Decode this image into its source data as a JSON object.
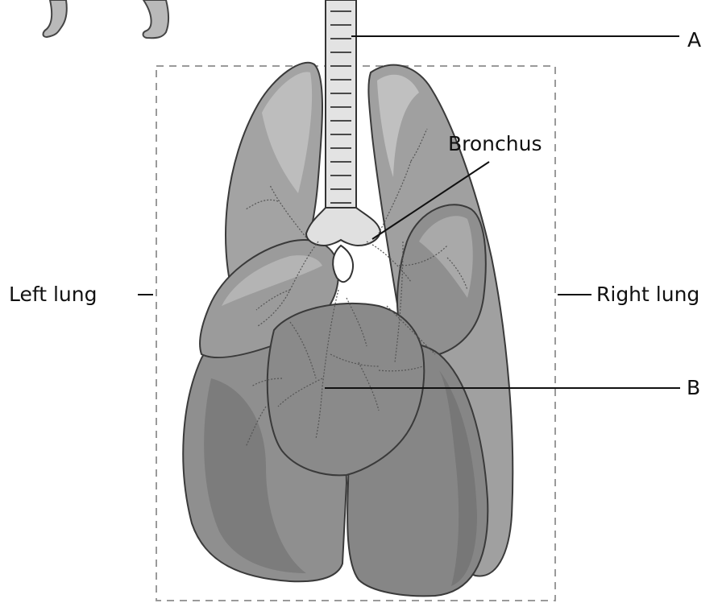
{
  "labels": {
    "a": "A",
    "bronchus": "Bronchus",
    "left_lung": "Left lung",
    "right_lung": "Right lung",
    "b": "B"
  },
  "colors": {
    "lung_light": "#a9a9a9",
    "lung_mid": "#8f8f8f",
    "lung_dark": "#777777",
    "outline": "#3a3a3a",
    "trachea": "#e3e3e3",
    "dashed_box": "#9a9a9a"
  }
}
